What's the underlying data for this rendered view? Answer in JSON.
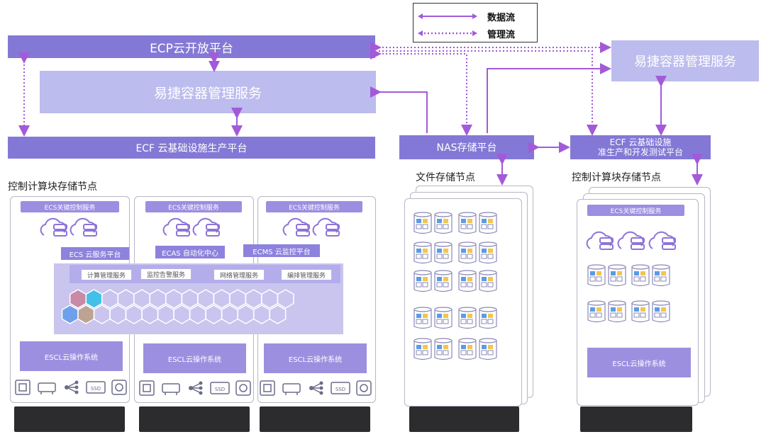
{
  "legend": {
    "data_flow": "数据流",
    "mgmt_flow": "管理流"
  },
  "ecp": "ECP云开放平台",
  "ecs_mgmt_main": "易捷容器管理服务",
  "ecs_mgmt_right": "易捷容器管理服务",
  "ecf_main": "ECF 云基础设施生产平台",
  "nas": "NAS存储平台",
  "ecf_right_line1": "ECF 云基础设施",
  "ecf_right_line2": "准生产和开发测试平台",
  "left_group_title": "控制计算块存储节点",
  "file_group_title": "文件存储节点",
  "right_group_title": "控制计算块存储节点",
  "key_ctrl": "ECS关键控制服务",
  "ecs_platform": "ECS 云服务平台",
  "ecas": "ECAS 自动化中心",
  "ecms": "ECMS 云监控平台",
  "services": [
    "计算管理服务",
    "监控告警服务",
    "网络管理服务",
    "编排管理服务"
  ],
  "os": "ESCL云操作系统",
  "hw_icons": [
    "cpu-icon",
    "memory-icon",
    "network-icon",
    "ssd-icon",
    "disk-icon"
  ],
  "ssd": "SSD",
  "cpu": "CPU",
  "colors": {
    "primary": "#8478d6",
    "light": "#bcbcee",
    "flow": "#a35ad8",
    "hex_pink": "#c88aa6",
    "hex_cyan": "#43c0e8",
    "hex_blue": "#6fa0ec",
    "hex_tan": "#bda393"
  }
}
